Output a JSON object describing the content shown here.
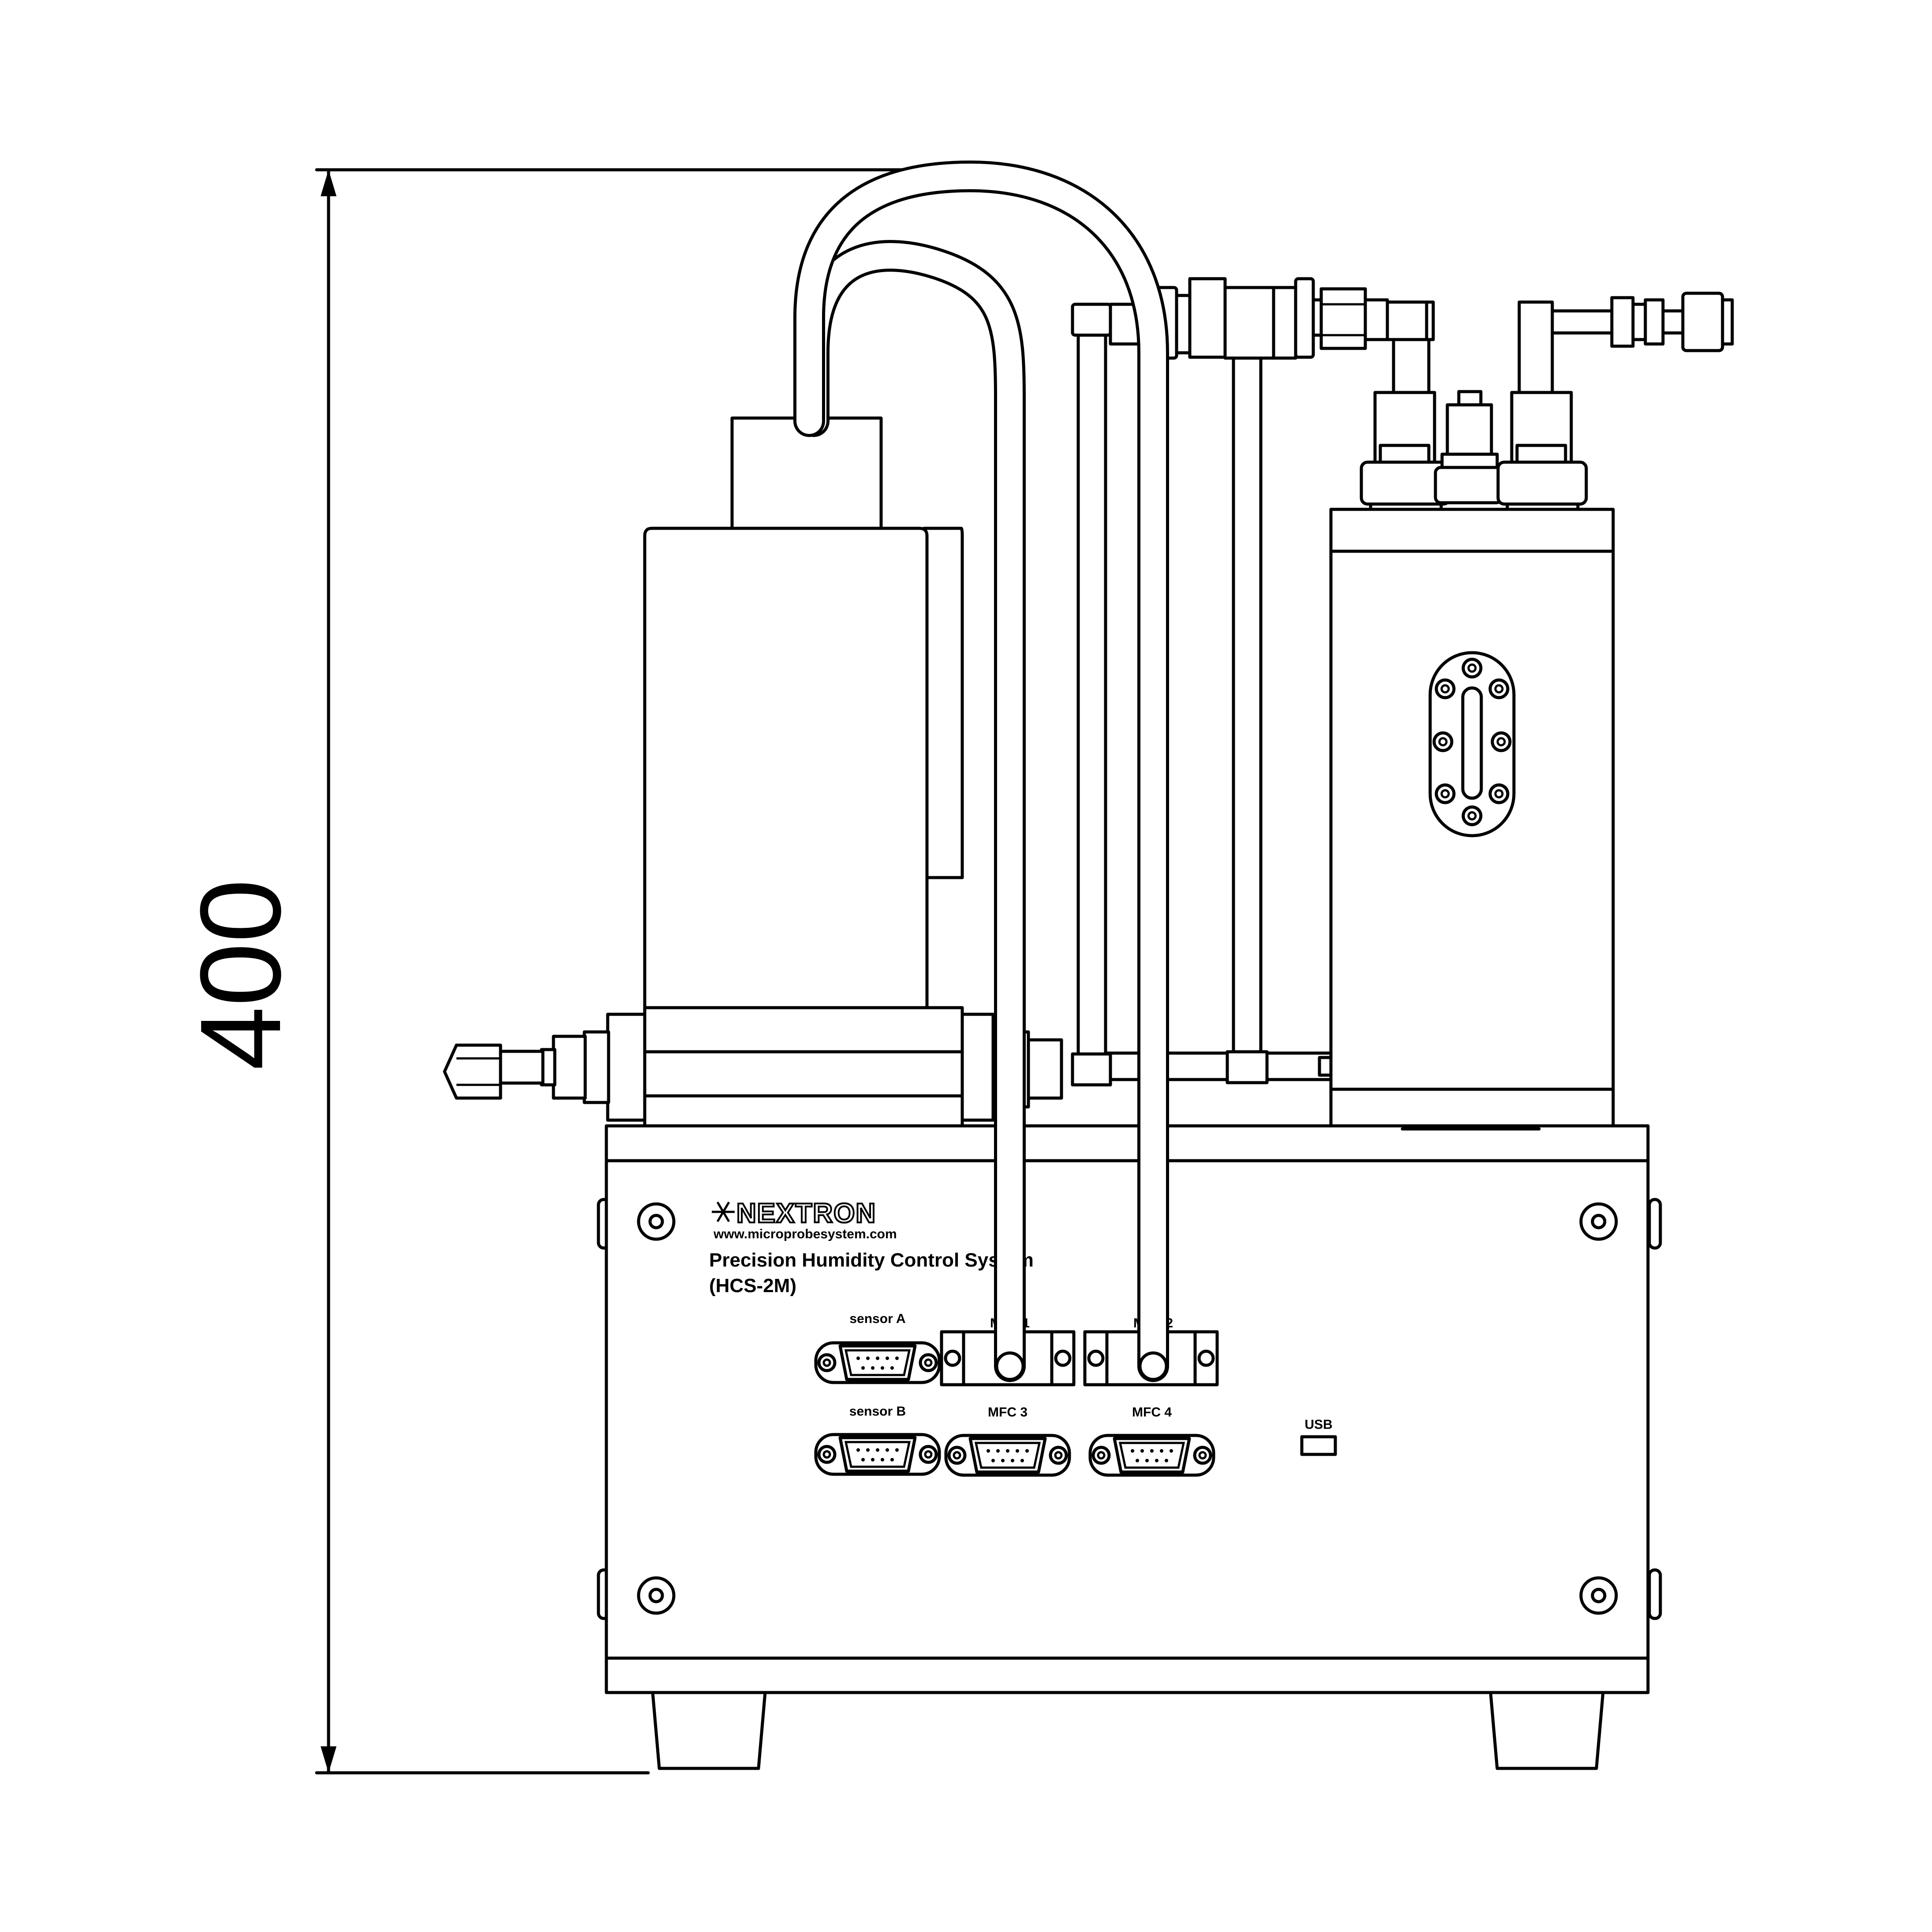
{
  "dimension": {
    "height_value": "400"
  },
  "panel": {
    "brand": "NEXTRON",
    "website": "www.microprobesystem.com",
    "title_line1": "Precision Humidity Control System",
    "title_line2": "(HCS-2M)"
  },
  "ports": {
    "sensor_a": "sensor A",
    "sensor_b": "sensor B",
    "mfc1": "MFC 1",
    "mfc2": "MFC 2",
    "mfc3": "MFC 3",
    "mfc4": "MFC 4",
    "usb": "USB"
  }
}
